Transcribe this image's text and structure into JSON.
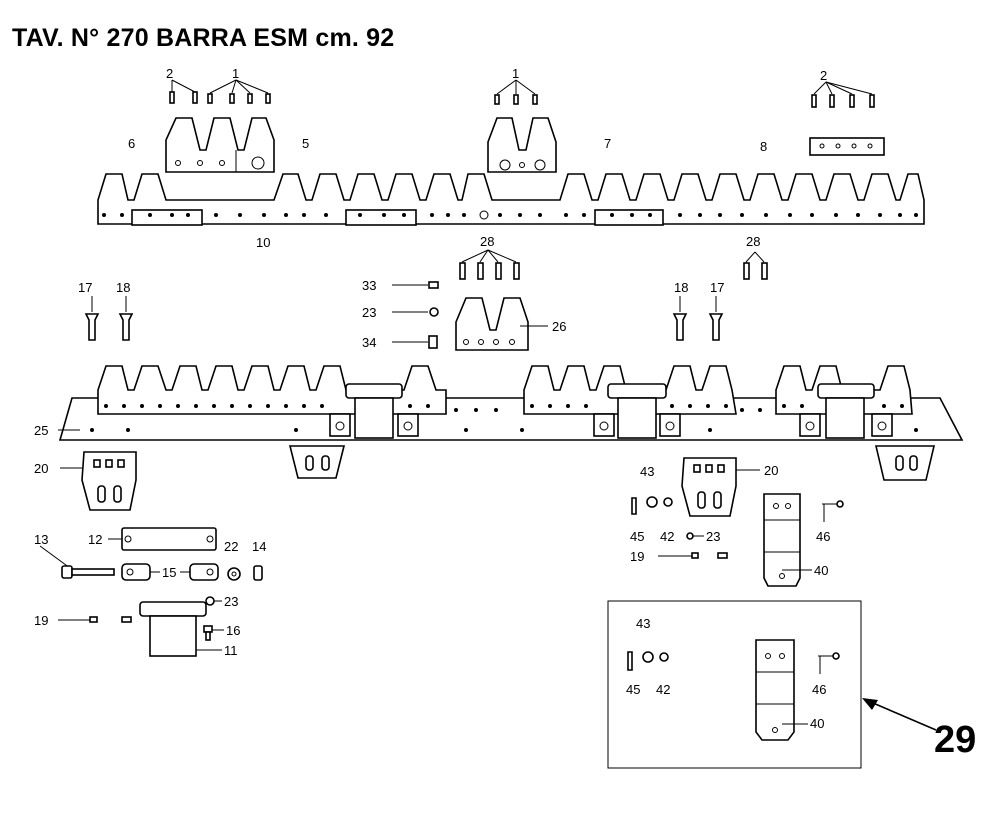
{
  "title": "TAV. N° 270 BARRA ESM cm. 92",
  "callouts": {
    "c1a": "1",
    "c1b": "1",
    "c2a": "2",
    "c2b": "2",
    "c5": "5",
    "c6": "6",
    "c7": "7",
    "c8": "8",
    "c10": "10",
    "c11": "11",
    "c12": "12",
    "c13": "13",
    "c14": "14",
    "c15": "15",
    "c16": "16",
    "c17a": "17",
    "c17b": "17",
    "c18a": "18",
    "c18b": "18",
    "c19a": "19",
    "c19b": "19",
    "c20a": "20",
    "c20b": "20",
    "c22": "22",
    "c23a": "23",
    "c23b": "23",
    "c23c": "23",
    "c25": "25",
    "c26": "26",
    "c28a": "28",
    "c28b": "28",
    "c33": "33",
    "c34": "34",
    "c40a": "40",
    "c40b": "40",
    "c42a": "42",
    "c42b": "42",
    "c43a": "43",
    "c43b": "43",
    "c45a": "45",
    "c45b": "45",
    "c46a": "46",
    "c46b": "46",
    "c29": "29"
  }
}
